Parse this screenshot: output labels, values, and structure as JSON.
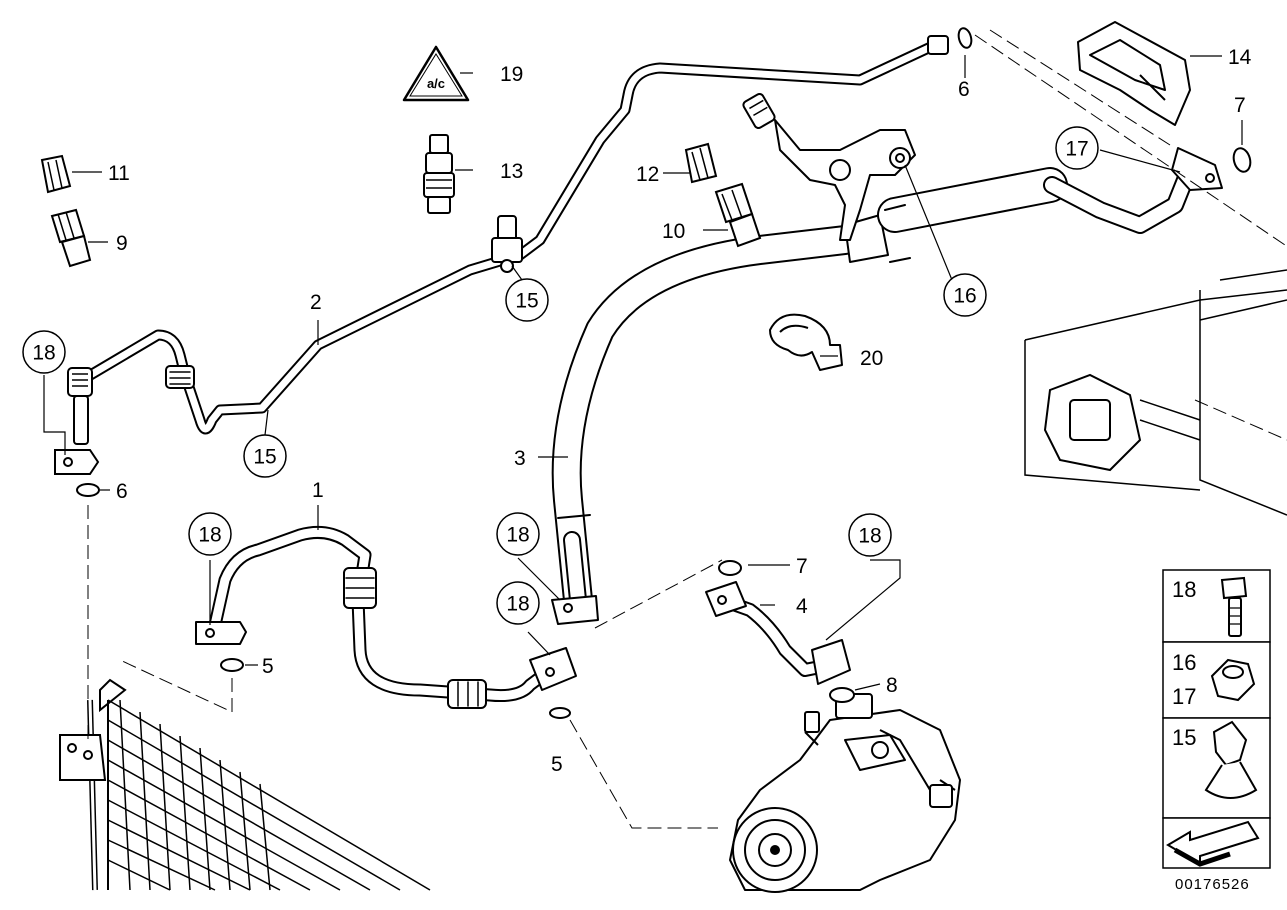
{
  "labels": {
    "p1": "1",
    "p2": "2",
    "p3": "3",
    "p4": "4",
    "p5a": "5",
    "p5b": "5",
    "p6a": "6",
    "p6b": "6",
    "p7a": "7",
    "p7b": "7",
    "p8": "8",
    "p9": "9",
    "p10": "10",
    "p11": "11",
    "p12": "12",
    "p13": "13",
    "p14": "14",
    "p19": "19",
    "p20": "20"
  },
  "callouts": {
    "c18a": "18",
    "c18b": "18",
    "c18c": "18",
    "c18d": "18",
    "c18e": "18",
    "c15a": "15",
    "c15b": "15",
    "c16": "16",
    "c17": "17"
  },
  "legend": {
    "row1": "18",
    "row2a": "16",
    "row2b": "17",
    "row3": "15"
  },
  "warning_symbol": "a/c",
  "document_number": "00176526"
}
